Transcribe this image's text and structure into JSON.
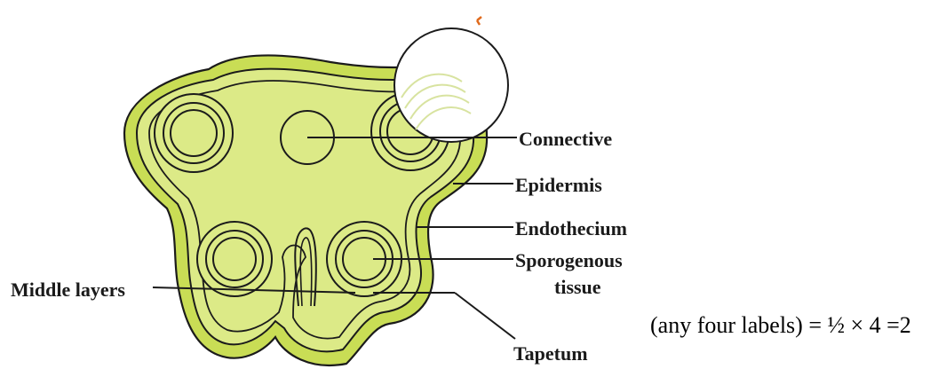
{
  "labels": {
    "connective": "Connective",
    "epidermis": "Epidermis",
    "endothecium": "Endothecium",
    "sporogenous_line1": "Sporogenous",
    "sporogenous_line2": "tissue",
    "middle_layers": "Middle layers",
    "tapetum": "Tapetum"
  },
  "note": "(any four labels) = ½ × 4 =2",
  "colors": {
    "tissue_fill": "#dcea87",
    "outer_fill": "#c9dd55",
    "outline": "#1b1b1b",
    "magnifier_fill": "#ffffff",
    "marker": "#e06a1c"
  }
}
